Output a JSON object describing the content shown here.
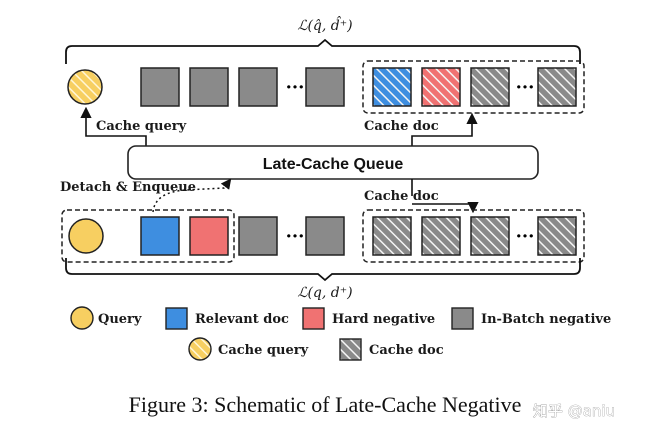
{
  "top_loss": "ℒ(q̂, d̂⁺)",
  "bottom_loss": "ℒ(q, d⁺)",
  "queue_label": "Late-Cache Queue",
  "cache_query_label": "Cache query",
  "cache_doc_top_label": "Cache doc",
  "cache_doc_mid_label": "Cache doc",
  "detach_label": "Detach & Enqueue",
  "ellipsis": "···",
  "legend": {
    "query": "Query",
    "relevant_doc": "Relevant doc",
    "hard_negative": "Hard negative",
    "in_batch_negative": "In-Batch negative",
    "cache_query": "Cache query",
    "cache_doc": "Cache doc"
  },
  "caption": "Figure 3: Schematic of Late-Cache Negative",
  "watermark": "知乎 @aniu",
  "colors": {
    "query_fill": "#f7cf61",
    "relevant_fill": "#3e8ee0",
    "hard_negative_fill": "#f07272",
    "in_batch_fill": "#8a8a8a",
    "hatch_stroke": "#f5f5f5"
  }
}
